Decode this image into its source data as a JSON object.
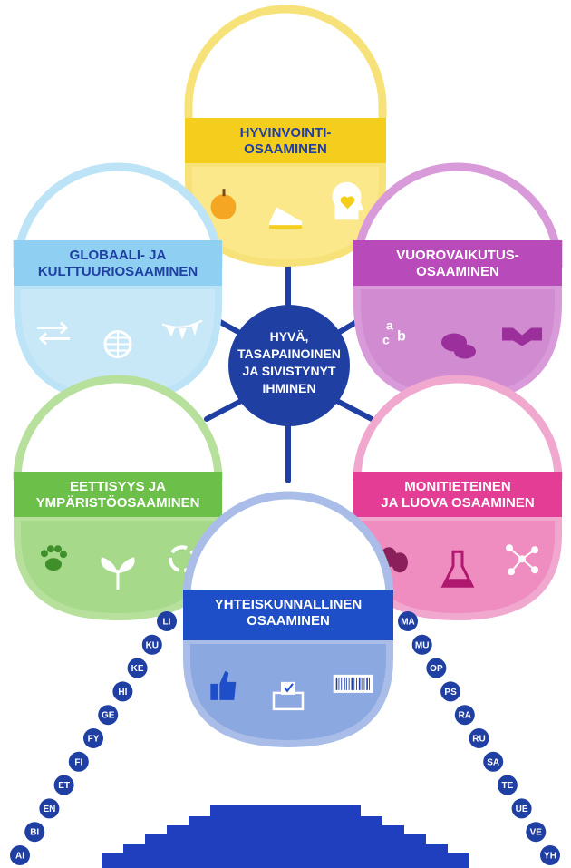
{
  "colors": {
    "center": "#1f3fa3",
    "connector": "#1f3fa3",
    "steps": "#1f3fbf",
    "bubble": "#1f3fa3"
  },
  "center": {
    "lines": [
      "HYVÄ,",
      "TASAPAINOINEN",
      "JA SIVISTYNYT",
      "IHMINEN"
    ]
  },
  "competences": [
    {
      "id": "hyvinvointi",
      "lines": [
        "HYVINVOINTI-",
        "OSAAMINEN"
      ],
      "ring": "#f7e27a",
      "band": "#f5cd1c",
      "bowl": "#fae88a",
      "text": "#1f3fa3",
      "icons": [
        "apple-icon",
        "sneaker-icon",
        "head-heart-icon"
      ]
    },
    {
      "id": "globaali",
      "lines": [
        "GLOBAALI- JA",
        "KULTTUURIOSAAMINEN"
      ],
      "ring": "#bde3f7",
      "band": "#8fd0f2",
      "bowl": "#c8e8f8",
      "text": "#1f3fa3",
      "icons": [
        "exchange-arrows-icon",
        "globe-icon",
        "bunting-flags-icon"
      ]
    },
    {
      "id": "vuorovaikutus",
      "lines": [
        "VUOROVAIKUTUS-",
        "OSAAMINEN"
      ],
      "ring": "#d99ad9",
      "band": "#b94ab9",
      "bowl": "#d18cd1",
      "text": "#ffffff",
      "icons": [
        "letters-abc-icon",
        "speech-bubbles-icon",
        "handshake-icon"
      ]
    },
    {
      "id": "eettisyys",
      "lines": [
        "EETTISYYS JA",
        "YMPÄRISTÖOSAAMINEN"
      ],
      "ring": "#b6e09b",
      "band": "#6cc04a",
      "bowl": "#a6d98a",
      "text": "#ffffff",
      "icons": [
        "paw-icon",
        "sprout-icon",
        "recycle-icon"
      ]
    },
    {
      "id": "monitieteinen",
      "lines": [
        "MONITIETEINEN",
        "JA LUOVA OSAAMINEN"
      ],
      "ring": "#f0a8cf",
      "band": "#e33d95",
      "bowl": "#ef8cc0",
      "text": "#ffffff",
      "icons": [
        "theater-masks-icon",
        "flask-icon",
        "network-icon"
      ]
    },
    {
      "id": "yhteiskunnallinen",
      "lines": [
        "YHTEISKUNNALLINEN",
        "OSAAMINEN"
      ],
      "ring": "#a9bde8",
      "band": "#1f4fc8",
      "bowl": "#8ca8e0",
      "text": "#ffffff",
      "icons": [
        "thumbs-up-icon",
        "ballot-box-icon",
        "barcode-icon"
      ]
    }
  ],
  "subjects_left": [
    "LI",
    "KU",
    "KE",
    "HI",
    "GE",
    "FY",
    "FI",
    "ET",
    "EN",
    "BI",
    "AI"
  ],
  "subjects_right": [
    "MA",
    "MU",
    "OP",
    "PS",
    "RA",
    "RU",
    "SA",
    "TE",
    "UE",
    "VE",
    "YH"
  ]
}
